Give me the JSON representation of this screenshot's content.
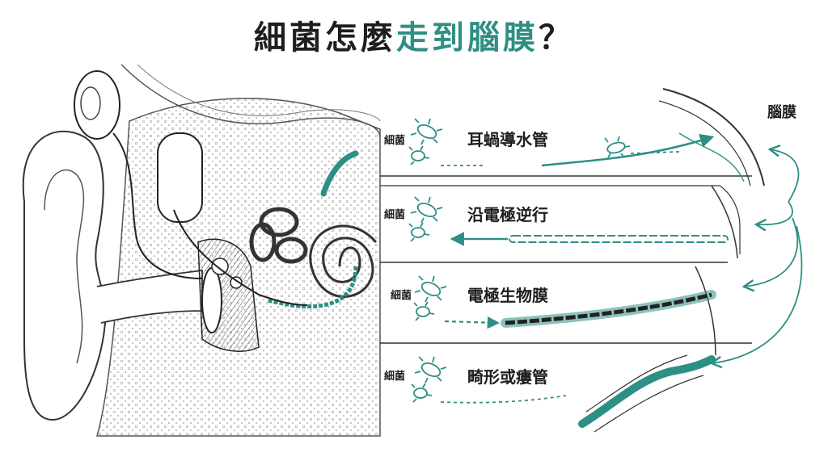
{
  "title": {
    "part1": "細菌怎麼",
    "highlight": "走到腦膜",
    "part3": "？"
  },
  "meninges_label": "腦膜",
  "routes": [
    {
      "bacteria_label": "細菌",
      "route_label": "耳蝸導水管"
    },
    {
      "bacteria_label": "細菌",
      "route_label": "沿電極逆行"
    },
    {
      "bacteria_label": "細菌",
      "route_label": "電極生物膜"
    },
    {
      "bacteria_label": "細菌",
      "route_label": "畸形或瘻管"
    }
  ],
  "colors": {
    "accent": "#2e8f84",
    "ink": "#1e1e1e",
    "bone_line": "#444444"
  }
}
